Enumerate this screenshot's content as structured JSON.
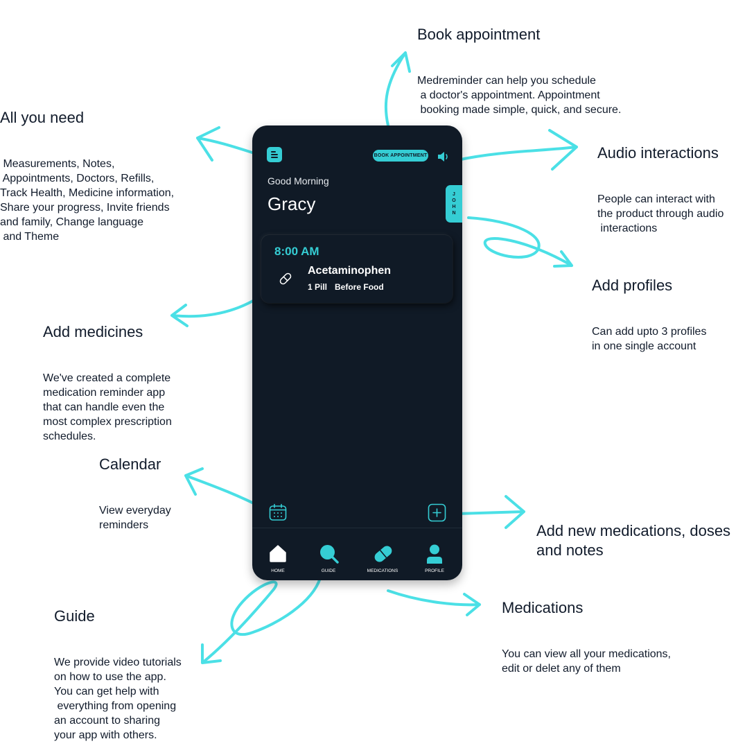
{
  "annotations": {
    "book_appointment": {
      "title": "Book appointment",
      "body": "Medreminder can help you schedule\n a doctor's appointment. Appointment\n booking made simple, quick, and secure."
    },
    "all_you_need": {
      "title": "All you need",
      "body": " Measurements, Notes,\n Appointments, Doctors, Refills,\nTrack Health, Medicine information,\nShare your progress, Invite friends\nand family, Change language\n and Theme"
    },
    "audio_interactions": {
      "title": "Audio interactions",
      "body": "People can interact with\nthe product through audio\n interactions"
    },
    "add_profiles": {
      "title": "Add profiles",
      "body": "Can add upto 3 profiles\nin one single account"
    },
    "add_medicines": {
      "title": "Add medicines",
      "body": "We've created a complete\nmedication reminder app\nthat can handle even the\nmost complex prescription\nschedules."
    },
    "calendar": {
      "title": "Calendar",
      "body": "View everyday\nreminders"
    },
    "add_new": {
      "title": "Add new medications, doses\nand notes"
    },
    "medications": {
      "title": "Medications",
      "body": "You can view all your medications,\nedit or delet any of them"
    },
    "guide": {
      "title": "Guide",
      "body": "We provide video tutorials\non how to use the app.\nYou can get help with\n everything from opening\nan account to sharing\nyour app with others."
    }
  },
  "app": {
    "book_button_label": "BOOK APPOINTMENT",
    "greeting": "Good Morning",
    "user_name": "Gracy",
    "profile_tab_letters": [
      "J",
      "O",
      "H",
      "N"
    ],
    "reminder": {
      "time": "8:00 AM",
      "medicine": "Acetaminophen",
      "dose": "1 Pill",
      "timing": "Before Food"
    },
    "nav": [
      {
        "label": "HOME",
        "icon": "home-icon"
      },
      {
        "label": "GUIDE",
        "icon": "search-icon"
      },
      {
        "label": "MEDICATIONS",
        "icon": "pill-icon"
      },
      {
        "label": "PROFILE",
        "icon": "user-icon"
      }
    ]
  },
  "colors": {
    "accent": "#35cdd4",
    "arrow": "#4be0e6",
    "phone_bg": "#101a26",
    "text": "#111b2b"
  }
}
